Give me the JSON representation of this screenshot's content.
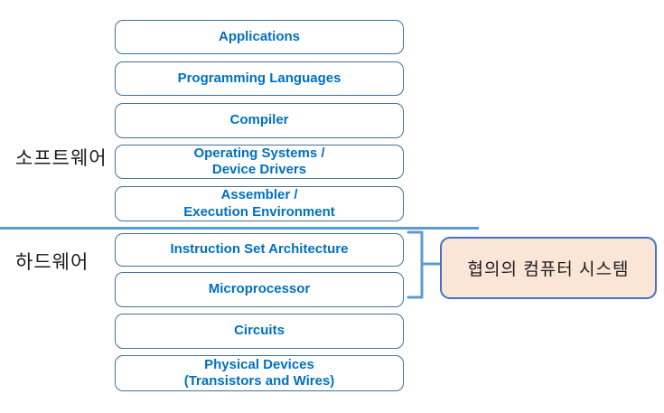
{
  "labels": {
    "software": "소프트웨어",
    "hardware": "하드웨어"
  },
  "layers": [
    {
      "name": "applications",
      "line1": "Applications",
      "line2": ""
    },
    {
      "name": "programming-languages",
      "line1": "Programming Languages",
      "line2": ""
    },
    {
      "name": "compiler",
      "line1": "Compiler",
      "line2": ""
    },
    {
      "name": "operating-systems",
      "line1": "Operating Systems /",
      "line2": "Device Drivers"
    },
    {
      "name": "assembler",
      "line1": "Assembler /",
      "line2": "Execution Environment"
    },
    {
      "name": "instruction-set-architecture",
      "line1": "Instruction Set Architecture",
      "line2": ""
    },
    {
      "name": "microprocessor",
      "line1": "Microprocessor",
      "line2": ""
    },
    {
      "name": "circuits",
      "line1": "Circuits",
      "line2": ""
    },
    {
      "name": "physical-devices",
      "line1": "Physical Devices",
      "line2": "(Transistors and Wires)"
    }
  ],
  "callout": {
    "label": "협의의 컴퓨터 시스템"
  },
  "colors": {
    "layer_text": "#0070C0",
    "layer_border": "#41719C",
    "divider": "#5B9BD5",
    "bracket": "#5B9BD5",
    "callout_fill": "#FBE5D6",
    "callout_border": "#4472C4",
    "side_label_text": "#1a1a1a"
  }
}
